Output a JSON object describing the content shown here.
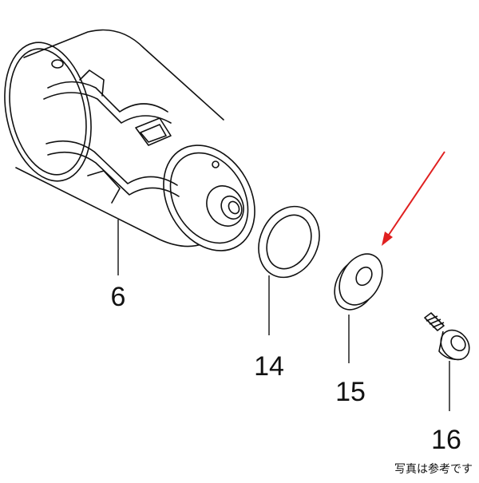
{
  "callouts": {
    "part_6": "6",
    "part_14": "14",
    "part_15": "15",
    "part_16": "16"
  },
  "caption": "写真は参考です",
  "colors": {
    "line": "#111111",
    "arrow": "#e02020",
    "background": "#ffffff"
  }
}
